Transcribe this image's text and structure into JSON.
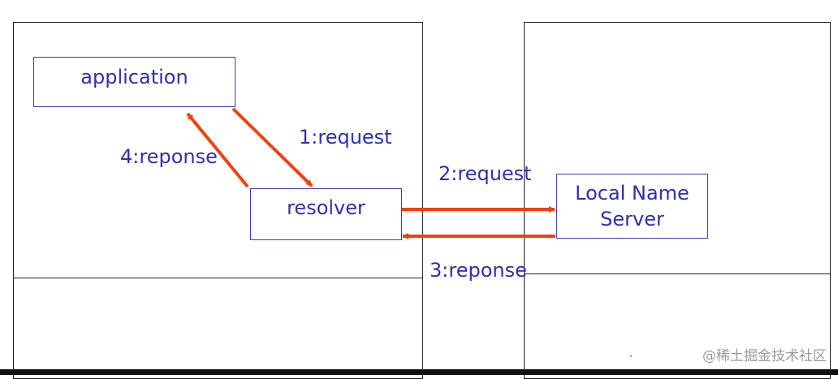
{
  "boxes": {
    "application": "application",
    "resolver": "resolver",
    "local_name_server_line1": "Local Name",
    "local_name_server_line2": "Server"
  },
  "labels": {
    "request1": "1:request",
    "request2": "2:request",
    "reponse3": "3:reponse",
    "reponse4": "4:reponse"
  },
  "watermark": "@稀土掘金技术社区",
  "colors": {
    "arrow": "#f2400e",
    "box_border": "#3a3ab8",
    "text": "#2f2fb0",
    "frame": "#222222"
  }
}
